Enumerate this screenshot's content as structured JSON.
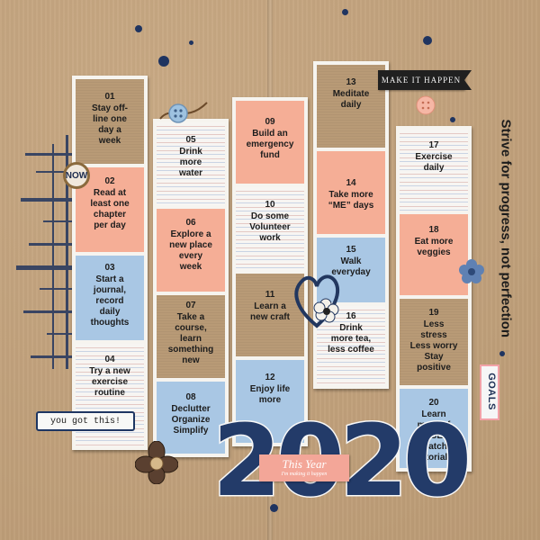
{
  "columns": [
    {
      "cards": [
        {
          "num": "01",
          "text": "Stay off-\nline one\nday a\nweek",
          "style": "kraft"
        },
        {
          "num": "02",
          "text": "Read at\nleast one\nchapter\nper day",
          "style": "peach"
        },
        {
          "num": "03",
          "text": "Start a\njournal,\nrecord\ndaily\nthoughts",
          "style": "blue"
        },
        {
          "num": "04",
          "text": "Try a new\nexercise\nroutine",
          "style": "stripe"
        }
      ]
    },
    {
      "cards": [
        {
          "num": "05",
          "text": "Drink\nmore\nwater",
          "style": "stripe"
        },
        {
          "num": "06",
          "text": "Explore a\nnew place\nevery\nweek",
          "style": "peach"
        },
        {
          "num": "07",
          "text": "Take a\ncourse,\nlearn\nsomething\nnew",
          "style": "kraft"
        },
        {
          "num": "08",
          "text": "Declutter\nOrganize\nSimplify",
          "style": "blue"
        }
      ]
    },
    {
      "cards": [
        {
          "num": "09",
          "text": "Build an\nemergency\nfund",
          "style": "peach"
        },
        {
          "num": "10",
          "text": "Do some\nVolunteer\nwork",
          "style": "stripe"
        },
        {
          "num": "11",
          "text": "Learn a\nnew craft",
          "style": "kraft"
        },
        {
          "num": "12",
          "text": "Enjoy life\nmore",
          "style": "blue"
        }
      ]
    },
    {
      "cards": [
        {
          "num": "13",
          "text": "Meditate\ndaily",
          "style": "kraft"
        },
        {
          "num": "14",
          "text": "Take more\n“ME” days",
          "style": "peach"
        },
        {
          "num": "15",
          "text": "Walk\neveryday",
          "style": "blue"
        },
        {
          "num": "16",
          "text": "Drink\nmore tea,\nless coffee",
          "style": "stripe"
        }
      ]
    },
    {
      "cards": [
        {
          "num": "17",
          "text": "Exercise\ndaily",
          "style": "stripe"
        },
        {
          "num": "18",
          "text": "Eat more\nveggies",
          "style": "peach"
        },
        {
          "num": "19",
          "text": "Less\nstress\nLess worry\nStay\npositive",
          "style": "kraft"
        },
        {
          "num": "20",
          "text": "Learn\nmore of\nPSE\nWatch\nTutorials",
          "style": "blue"
        }
      ]
    }
  ],
  "labels": {
    "make_it_happen": "MAKE IT HAPPEN",
    "you_got_this": "you got this!",
    "strive": "Strive for progress, not perfection",
    "goals": "GOALS",
    "year": "2020",
    "this_year": "This Year",
    "making_it_happen": "I'm making it happen",
    "now": "NOW"
  },
  "colors": {
    "navy": "#233b69",
    "peach": "#f5ae96",
    "blue": "#a9c7e4",
    "kraft": "#c4a27a"
  },
  "icons": [
    "button-icon",
    "heart-wire-icon",
    "flower-icon",
    "badge-icon"
  ]
}
